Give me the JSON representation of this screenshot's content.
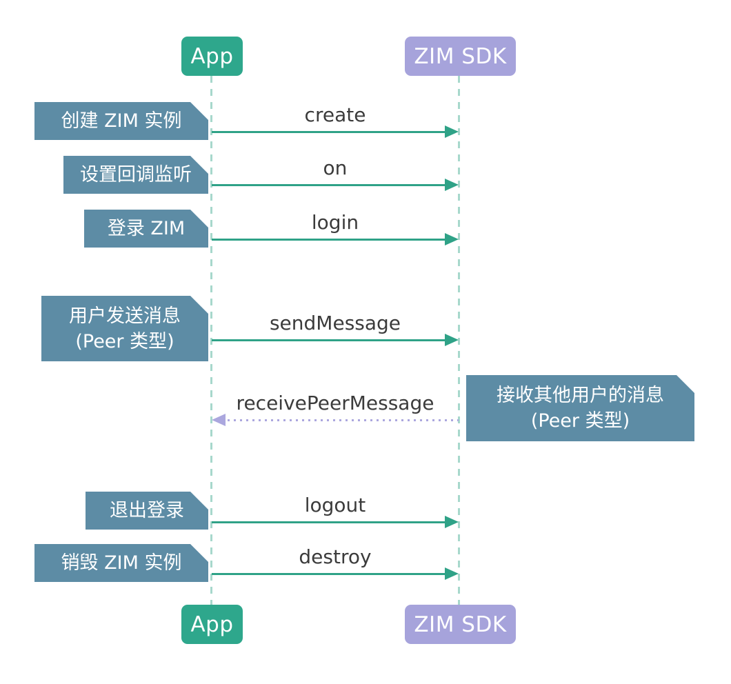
{
  "diagram_type": "sequence-diagram",
  "actors": {
    "app": "App",
    "zim": "ZIM SDK"
  },
  "steps": [
    {
      "annotation": "创建 ZIM 实例",
      "message": "create",
      "from": "App",
      "to": "ZIM SDK",
      "line_style": "solid"
    },
    {
      "annotation": "设置回调监听",
      "message": "on",
      "from": "App",
      "to": "ZIM SDK",
      "line_style": "solid"
    },
    {
      "annotation": "登录 ZIM",
      "message": "login",
      "from": "App",
      "to": "ZIM SDK",
      "line_style": "solid"
    },
    {
      "annotation_line1": "用户发送消息",
      "annotation_line2": "(Peer 类型)",
      "message": "sendMessage",
      "from": "App",
      "to": "ZIM SDK",
      "line_style": "solid"
    },
    {
      "annotation_line1": "接收其他用户的消息",
      "annotation_line2": "(Peer 类型)",
      "message": "receivePeerMessage",
      "from": "ZIM SDK",
      "to": "App",
      "line_style": "dotted"
    },
    {
      "annotation": "退出登录",
      "message": "logout",
      "from": "App",
      "to": "ZIM SDK",
      "line_style": "solid"
    },
    {
      "annotation": "销毁 ZIM 实例",
      "message": "destroy",
      "from": "App",
      "to": "ZIM SDK",
      "line_style": "solid"
    }
  ],
  "colors": {
    "actor_app_bg": "#2EA78C",
    "actor_zim_bg": "#A6A3DB",
    "annotation_bg": "#5D8CA5",
    "solid_arrow": "#2FA287",
    "dotted_arrow": "#ABA7DE",
    "lifeline": "#A7D8CC",
    "message_text": "#3B3B3B",
    "background": "#FFFFFF"
  }
}
